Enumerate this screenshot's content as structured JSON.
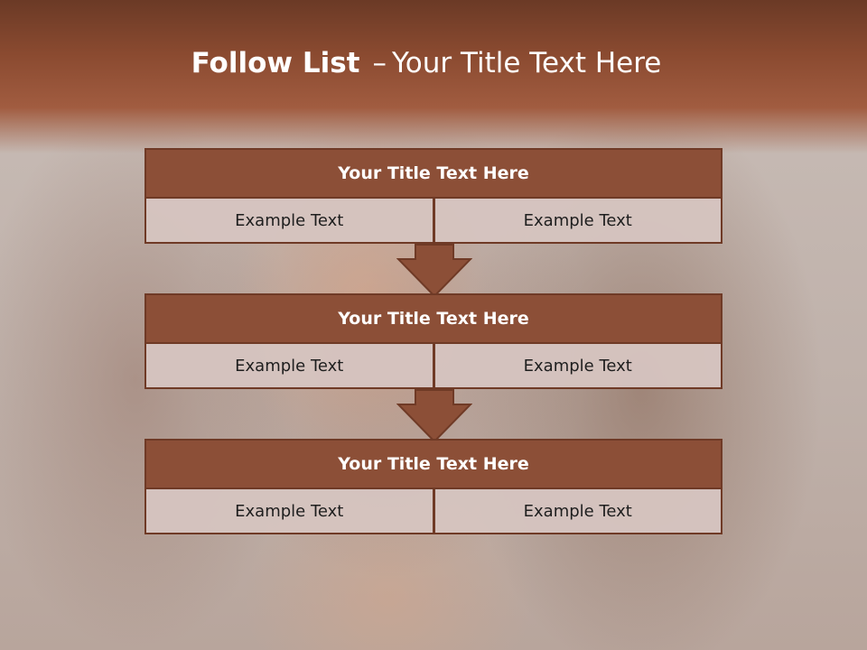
{
  "slide": {
    "title_bold": "Follow List",
    "title_sep": "–",
    "title_rest": "Your Title Text Here"
  },
  "steps": [
    {
      "title": "Your Title Text Here",
      "left": "Example Text",
      "right": "Example Text"
    },
    {
      "title": "Your Title Text Here",
      "left": "Example Text",
      "right": "Example Text"
    },
    {
      "title": "Your Title Text Here",
      "left": "Example Text",
      "right": "Example Text"
    }
  ],
  "colors": {
    "header_fill": "#8c4f37",
    "border": "#6f3a26",
    "cell_fill": "#d5c4bf",
    "title_band": "#8a4a30"
  }
}
